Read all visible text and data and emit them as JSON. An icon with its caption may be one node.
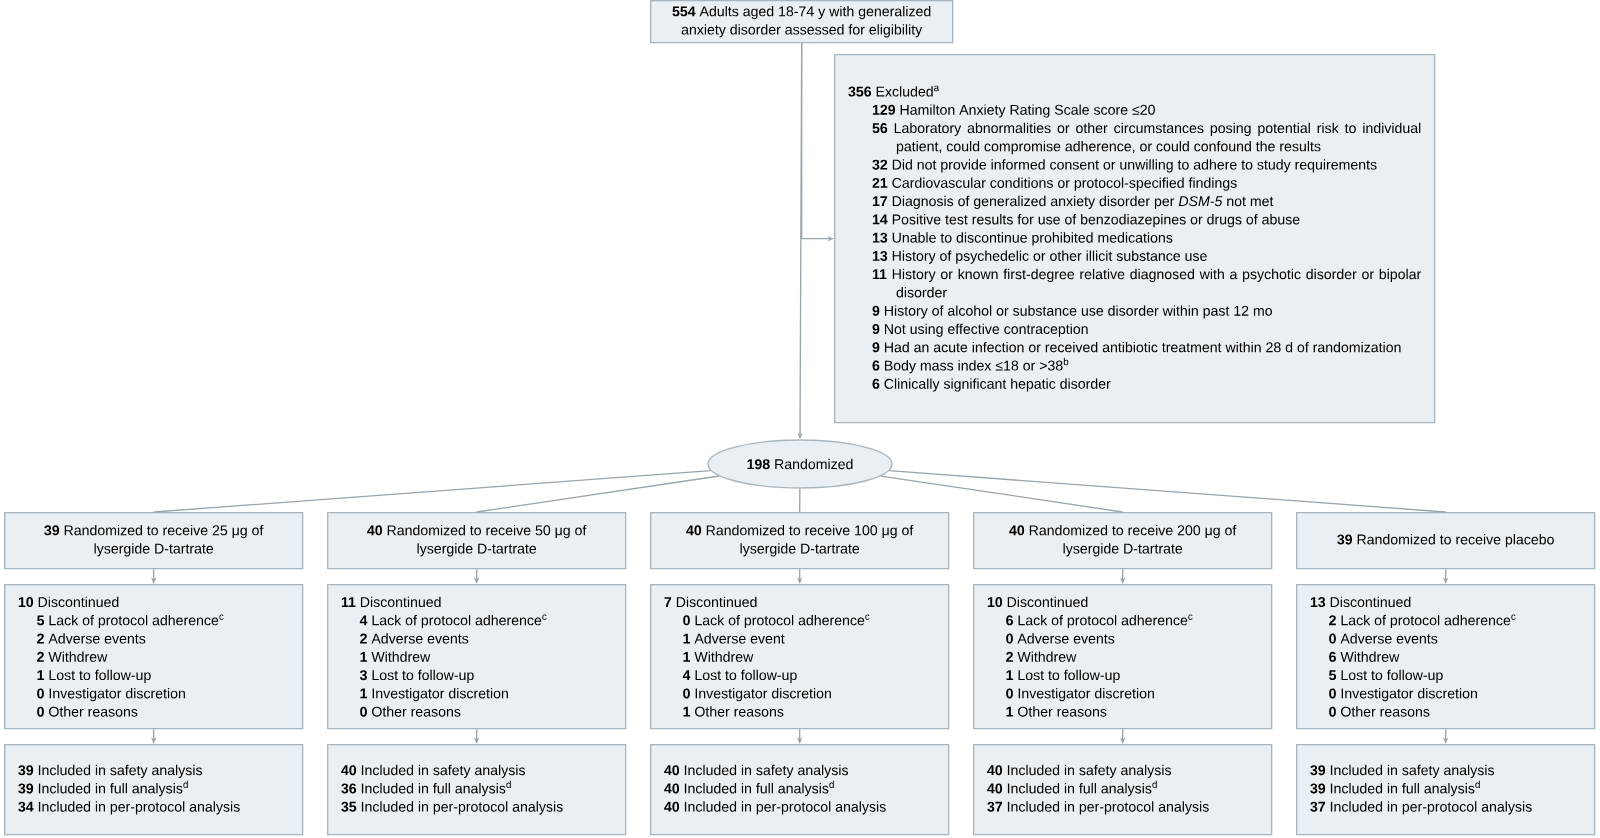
{
  "diagram": {
    "nodes": [
      {
        "text": [
          "**554** Adults aged 18-74 y with generalized anxiety disorder assessed for eligibility"
        ]
      },
      {
        "text": [
          "**356** Excluded$^{a}$",
          "**129** Hamilton Anxiety Rating Scale score ≤20",
          "**56** Laboratory abnormalities or other circumstances posing potential risk to individual patient, could compromise adherence, or could confound the results",
          "**32** Did not provide informed consent or unwilling to adhere to study requirements",
          "**21** Cardiovascular conditions or protocol-specified findings",
          "**17** Diagnosis of generalized anxiety disorder per *DSM-5* not met",
          "**14** Positive test results for use of benzodiazepines or drugs of abuse",
          "**13** Unable to discontinue prohibited medications",
          "**13** History of psychedelic or other illicit substance use",
          "**11** History or known first-degree relative diagnosed with a psychotic disorder or bipolar disorder",
          "**9** History of alcohol or substance use disorder within past 12 mo",
          "**9** Not using effective contraception",
          "**9** Had an acute infection or received antibiotic treatment within 28 d of randomization",
          "**6** Body mass index ≤18 or >38$^{b}$",
          "**6** Clinically significant hepatic disorder"
        ]
      },
      {
        "text": [
          "**198** Randomized"
        ]
      },
      {
        "text": [
          "**39** Randomized to receive 25 μg of lysergide D-tartrate"
        ]
      },
      {
        "text": [
          "**40** Randomized to receive 50 μg of lysergide D-tartrate"
        ]
      },
      {
        "text": [
          "**40** Randomized to receive 100 μg of lysergide D-tartrate"
        ]
      },
      {
        "text": [
          "**40** Randomized to receive 200 μg of lysergide D-tartrate"
        ]
      },
      {
        "text": [
          "**39** Randomized to receive placebo"
        ]
      },
      {
        "text": [
          "**10** Discontinued",
          "**5** Lack of protocol adherence$^{c}$",
          "**2** Adverse events",
          "**2** Withdrew",
          "**1** Lost to follow-up",
          "**0** Investigator discretion",
          "**0** Other reasons"
        ]
      },
      {
        "text": [
          "**11** Discontinued",
          "**4** Lack of protocol adherence$^{c}$",
          "**2** Adverse events",
          "**1** Withdrew",
          "**3** Lost to follow-up",
          "**1** Investigator discretion",
          "**0** Other reasons"
        ]
      },
      {
        "text": [
          "**7** Discontinued",
          "**0** Lack of protocol adherence$^{c}$",
          "**1** Adverse event",
          "**1** Withdrew",
          "**4** Lost to follow-up",
          "**0** Investigator discretion",
          "**1** Other reasons"
        ]
      },
      {
        "text": [
          "**10** Discontinued",
          "**6** Lack of protocol adherence$^{c}$",
          "**0** Adverse events",
          "**2** Withdrew",
          "**1** Lost to follow-up",
          "**0** Investigator discretion",
          "**1** Other reasons"
        ]
      },
      {
        "text": [
          "**13** Discontinued",
          "**2** Lack of protocol adherence$^{c}$",
          "**0** Adverse events",
          "**6** Withdrew",
          "**5** Lost to follow-up",
          "**0** Investigator discretion",
          "**0** Other reasons"
        ]
      },
      {
        "text": [
          "**39** Included in safety analysis",
          "**39** Included in full analysis$^{d}$",
          "**34** Included in per-protocol analysis"
        ]
      },
      {
        "text": [
          "**40** Included in safety analysis",
          "**36** Included in full analysis$^{d}$",
          "**35** Included in per-protocol analysis"
        ]
      },
      {
        "text": [
          "**40** Included in safety analysis",
          "**40** Included in full analysis$^{d}$",
          "**40** Included in per-protocol analysis"
        ]
      },
      {
        "text": [
          "**40** Included in safety analysis",
          "**40** Included in full analysis$^{d}$",
          "**37** Included in per-protocol analysis"
        ]
      },
      {
        "text": [
          "**39** Included in safety analysis",
          "**39** Included in full analysis$^{d}$",
          "**37** Included in per-protocol analysis"
        ]
      }
    ],
    "edges": [
      {
        "from": 0,
        "to": 2,
        "arrow": "to"
      },
      {
        "from": 0,
        "to": 1,
        "arrow": "to"
      },
      {
        "from": 2,
        "to": 3,
        "arrow": "none"
      },
      {
        "from": 2,
        "to": 4,
        "arrow": "none"
      },
      {
        "from": 2,
        "to": 5,
        "arrow": "none"
      },
      {
        "from": 2,
        "to": 6,
        "arrow": "none"
      },
      {
        "from": 2,
        "to": 7,
        "arrow": "none"
      },
      {
        "from": 3,
        "to": 8,
        "arrow": "to"
      },
      {
        "from": 4,
        "to": 9,
        "arrow": "to"
      },
      {
        "from": 5,
        "to": 10,
        "arrow": "to"
      },
      {
        "from": 6,
        "to": 11,
        "arrow": "to"
      },
      {
        "from": 7,
        "to": 12,
        "arrow": "to"
      },
      {
        "from": 8,
        "to": 13,
        "arrow": "to"
      },
      {
        "from": 9,
        "to": 14,
        "arrow": "to"
      },
      {
        "from": 10,
        "to": 15,
        "arrow": "to"
      },
      {
        "from": 11,
        "to": 16,
        "arrow": "to"
      },
      {
        "from": 12,
        "to": 17,
        "arrow": "to"
      }
    ]
  }
}
